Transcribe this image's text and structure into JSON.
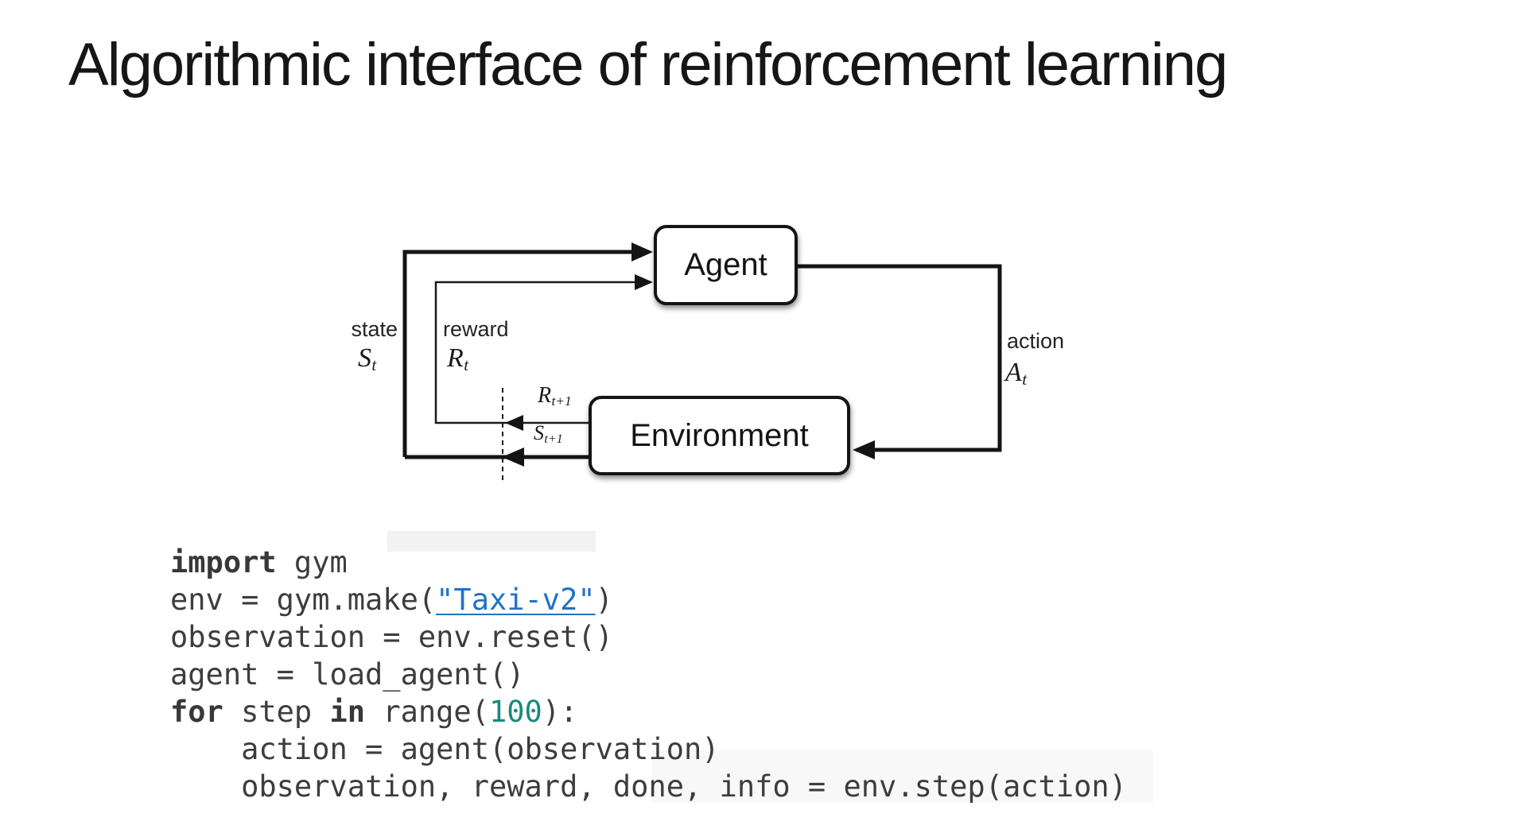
{
  "title": "Algorithmic interface of reinforcement learning",
  "diagram": {
    "agent_label": "Agent",
    "environment_label": "Environment",
    "state": {
      "label": "state",
      "symbol": "S",
      "sub": "t"
    },
    "reward": {
      "label": "reward",
      "symbol": "R",
      "sub": "t"
    },
    "action": {
      "label": "action",
      "symbol": "A",
      "sub": "t"
    },
    "next_reward": {
      "symbol": "R",
      "sub": "t+1"
    },
    "next_state": {
      "symbol": "S",
      "sub": "t+1"
    }
  },
  "code": {
    "lines": [
      {
        "tokens": [
          {
            "text": "import",
            "type": "kw"
          },
          {
            "text": " gym",
            "type": "plain"
          }
        ]
      },
      {
        "tokens": [
          {
            "text": "env = gym.make(",
            "type": "plain"
          },
          {
            "text": "\"Taxi-v2\"",
            "type": "str"
          },
          {
            "text": ")",
            "type": "plain"
          }
        ]
      },
      {
        "tokens": [
          {
            "text": "observation = env.reset()",
            "type": "plain"
          }
        ]
      },
      {
        "tokens": [
          {
            "text": "agent = load_agent()",
            "type": "plain"
          }
        ]
      },
      {
        "tokens": [
          {
            "text": "for",
            "type": "kw"
          },
          {
            "text": " step ",
            "type": "plain"
          },
          {
            "text": "in",
            "type": "kw"
          },
          {
            "text": " range(",
            "type": "plain"
          },
          {
            "text": "100",
            "type": "num"
          },
          {
            "text": "):",
            "type": "plain"
          }
        ]
      },
      {
        "tokens": [
          {
            "text": "    action = agent(observation)",
            "type": "plain"
          }
        ]
      },
      {
        "tokens": [
          {
            "text": "    observation, reward, done, info = env.step(action)",
            "type": "plain"
          }
        ]
      }
    ]
  },
  "colors": {
    "title_text": "#161616",
    "diagram_line": "#141414",
    "code_text": "#3d3d3d",
    "string_link_blue": "#1e72c8",
    "number_teal": "#178a7e"
  }
}
